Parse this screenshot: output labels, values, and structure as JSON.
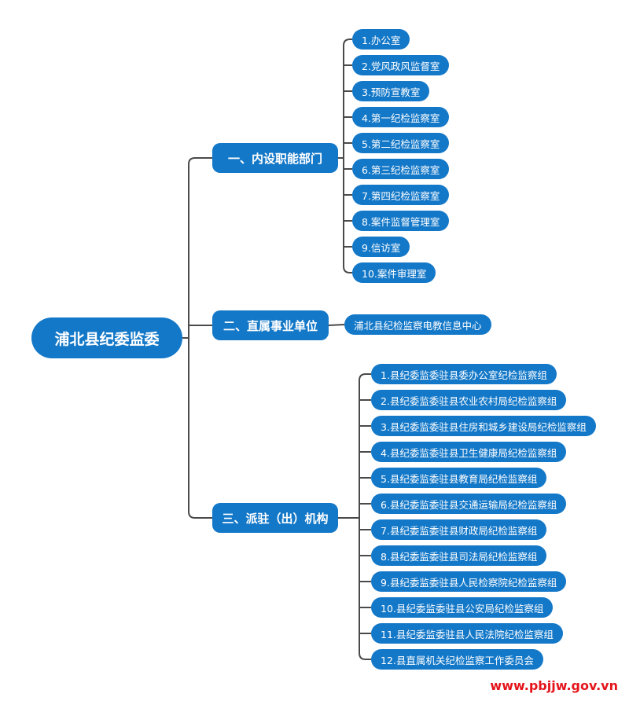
{
  "root": {
    "label": "浦北县纪委监委"
  },
  "branches": [
    {
      "label": "一、内设职能部门",
      "children": [
        "1.办公室",
        "2.党风政风监督室",
        "3.预防宣教室",
        "4.第一纪检监察室",
        "5.第二纪检监察室",
        "6.第三纪检监察室",
        "7.第四纪检监察室",
        "8.案件监督管理室",
        "9.信访室",
        "10.案件审理室"
      ]
    },
    {
      "label": "二、直属事业单位",
      "children": [
        "浦北县纪检监察电教信息中心"
      ]
    },
    {
      "label": "三、派驻（出）机构",
      "children": [
        "1.县纪委监委驻县委办公室纪检监察组",
        "2.县纪委监委驻县农业农村局纪检监察组",
        "3.县纪委监委驻县住房和城乡建设局纪检监察组",
        "4.县纪委监委驻县卫生健康局纪检监察组",
        "5.县纪委监委驻县教育局纪检监察组",
        "6.县纪委监委驻县交通运输局纪检监察组",
        "7.县纪委监委驻县财政局纪检监察组",
        "8.县纪委监委驻县司法局纪检监察组",
        "9.县纪委监委驻县人民检察院纪检监察组",
        "10.县纪委监委驻县公安局纪检监察组",
        "11.县纪委监委驻县人民法院纪检监察组",
        "12.县直属机关纪检监察工作委员会"
      ]
    }
  ],
  "watermark": "www.pbjjw.gov.vn",
  "colors": {
    "node": "#1478c8",
    "node_text": "#ffffff",
    "connector": "#4a4a4a",
    "watermark": "#e4141b"
  }
}
